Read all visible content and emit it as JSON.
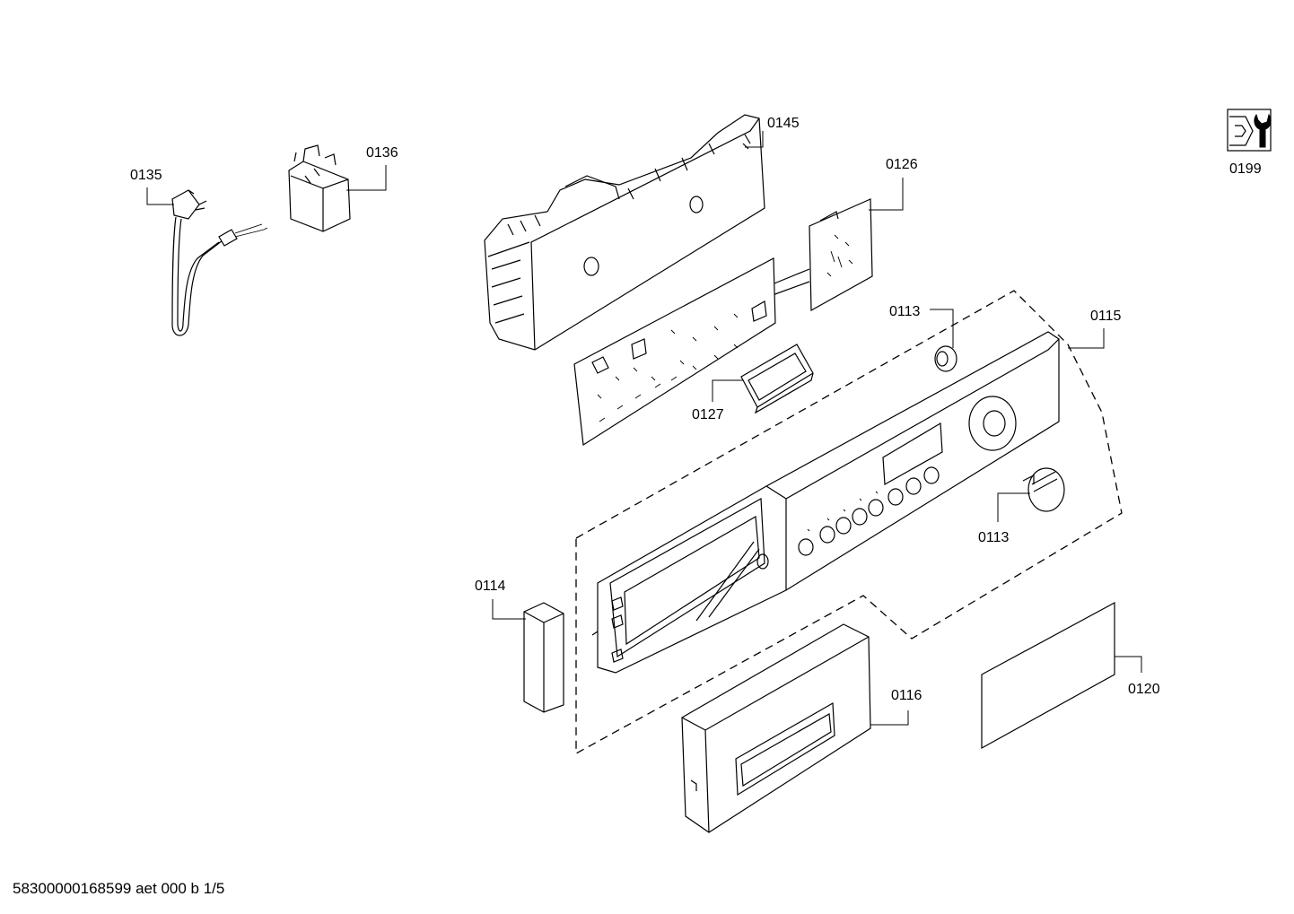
{
  "parts": {
    "p0135": "0135",
    "p0136": "0136",
    "p0145": "0145",
    "p0126": "0126",
    "p0199": "0199",
    "p0113_top": "0113",
    "p0115": "0115",
    "p0127": "0127",
    "p0113_bottom": "0113",
    "p0114": "0114",
    "p0116": "0116",
    "p0120": "0120"
  },
  "icons": {
    "service_tool": "wrench-nut-icon"
  },
  "footer": {
    "drawing_id": "58300000168599 aet 000 b 1/5"
  }
}
